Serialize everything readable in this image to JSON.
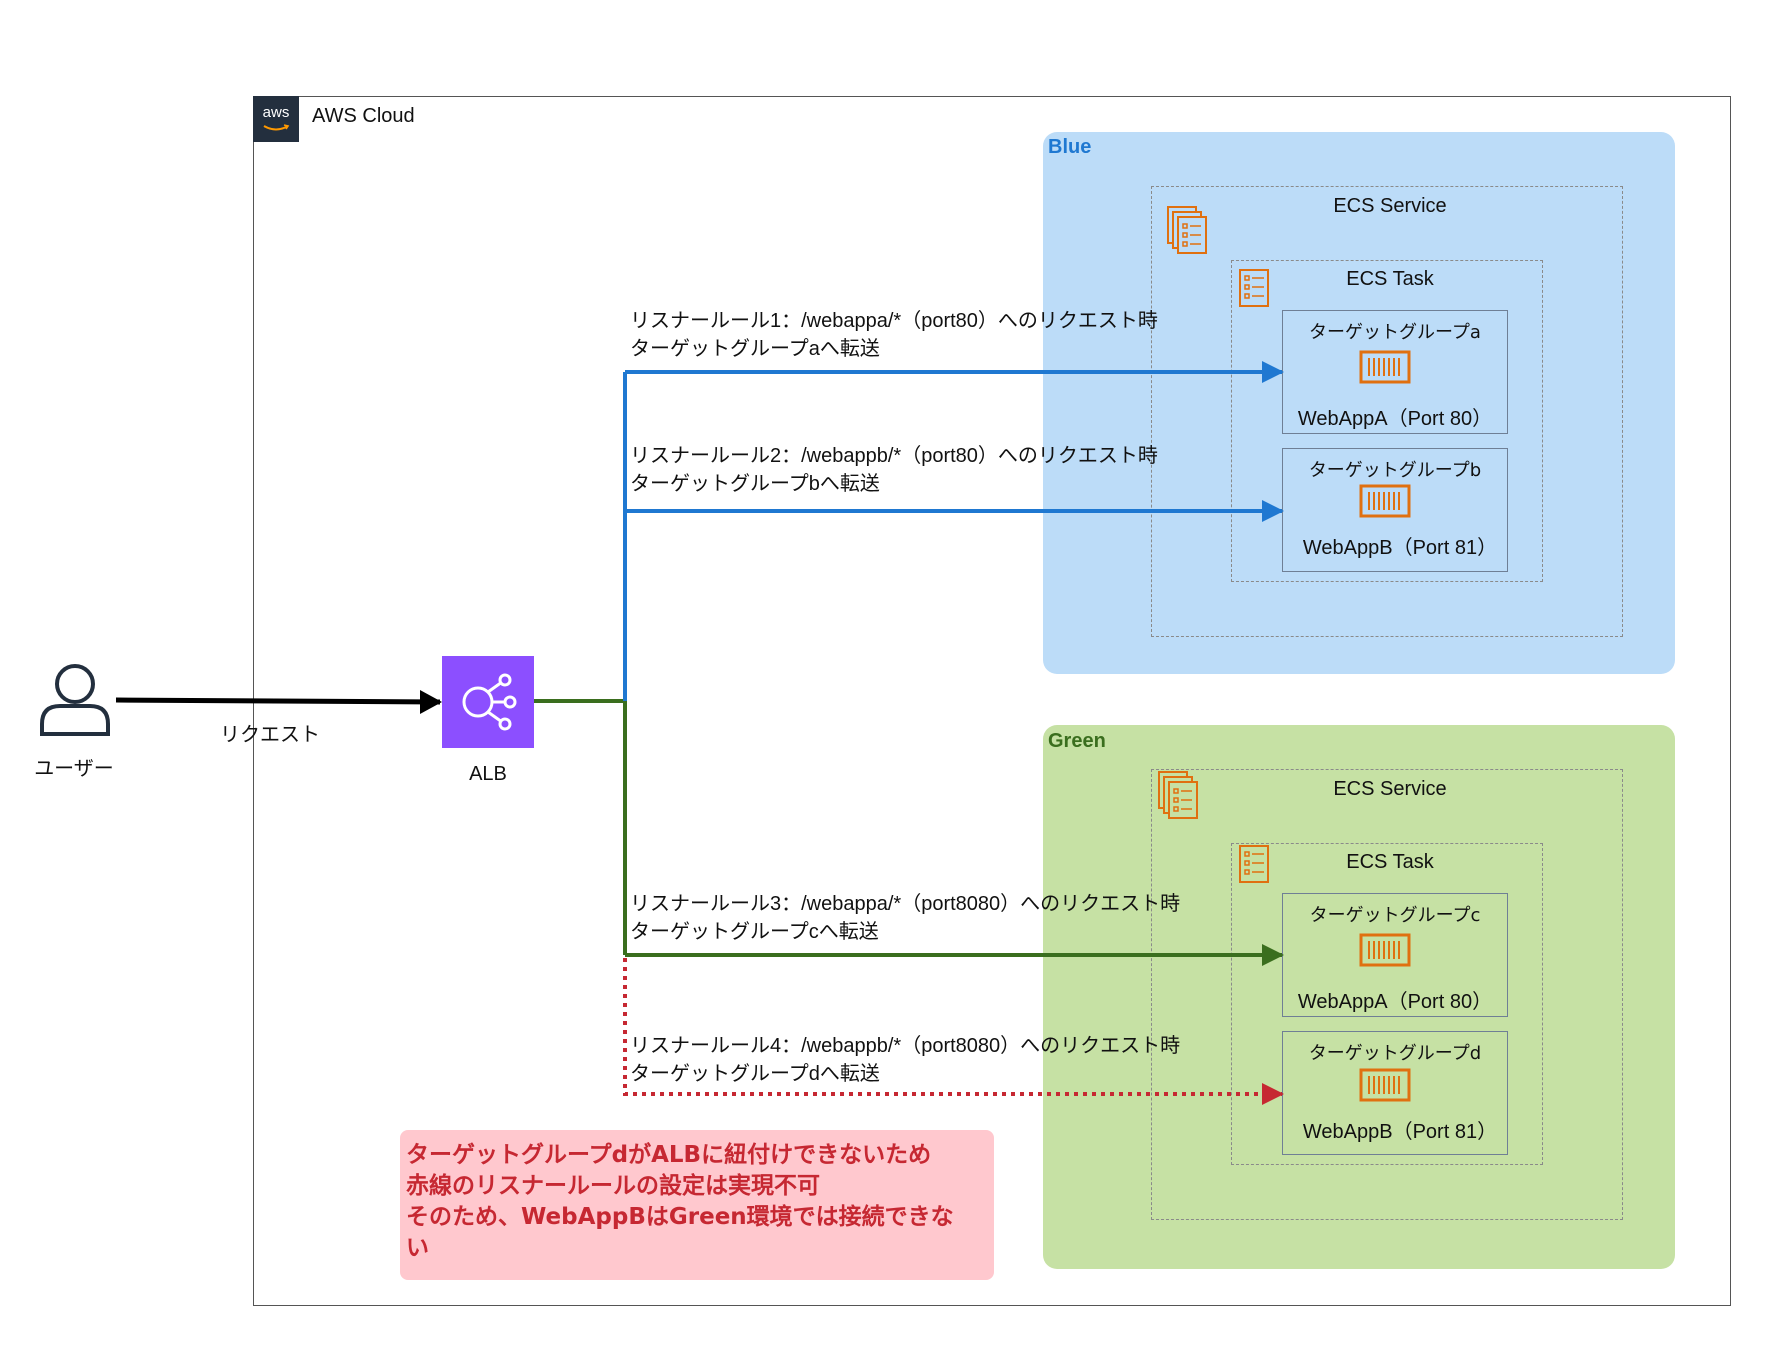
{
  "cloud": {
    "badge": "aws",
    "label": "AWS Cloud"
  },
  "user": {
    "label": "ユーザー",
    "request_label": "リクエスト"
  },
  "alb": {
    "label": "ALB"
  },
  "blue": {
    "label": "Blue",
    "service_title": "ECS Service",
    "task_title": "ECS Task",
    "groups": [
      {
        "title": "ターゲットグループa",
        "app": "WebAppA（Port 80）"
      },
      {
        "title": "ターゲットグループb",
        "app": "WebAppB（Port 81）"
      }
    ]
  },
  "green": {
    "label": "Green",
    "service_title": "ECS Service",
    "task_title": "ECS Task",
    "groups": [
      {
        "title": "ターゲットグループc",
        "app": "WebAppA（Port 80）"
      },
      {
        "title": "ターゲットグループd",
        "app": "WebAppB（Port 81）"
      }
    ]
  },
  "rules": [
    {
      "line1": "リスナールール1：/webappa/*（port80）へのリクエスト時",
      "line2": "ターゲットグループaへ転送"
    },
    {
      "line1": "リスナールール2：/webappb/*（port80）へのリクエスト時",
      "line2": "ターゲットグループbへ転送"
    },
    {
      "line1": "リスナールール3：/webappa/*（port8080）へのリクエスト時",
      "line2": "ターゲットグループcへ転送"
    },
    {
      "line1": "リスナールール4：/webappb/*（port8080）へのリクエスト時",
      "line2": "ターゲットグループdへ転送"
    }
  ],
  "note": {
    "lines": [
      "ターゲットグループdがALBに紐付けできないため",
      "赤線のリスナールールの設定は実現不可",
      "そのため、WebAppBはGreen環境では接続できな",
      "い"
    ]
  },
  "colors": {
    "blue_line": "#1f78d1",
    "green_line": "#3a6e1e",
    "red_line": "#c62832",
    "alb": "#8c4fff",
    "container": "#e07010"
  },
  "icons": [
    "aws-logo-icon",
    "user-icon",
    "alb-icon",
    "ecs-service-icon",
    "ecs-task-icon",
    "container-icon"
  ]
}
